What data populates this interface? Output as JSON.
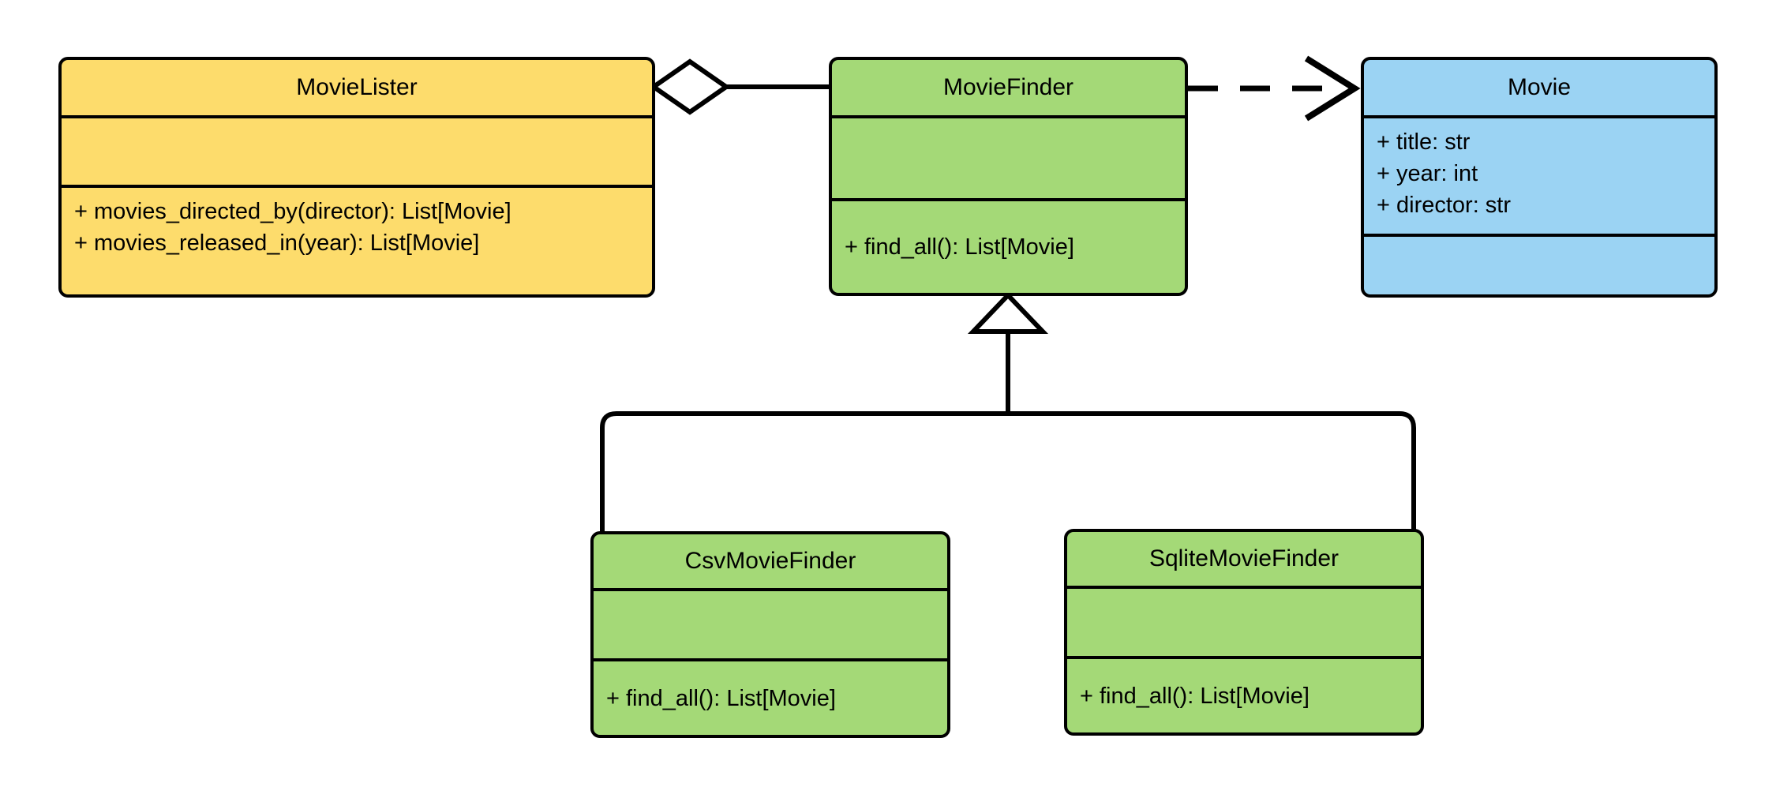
{
  "diagram": {
    "type": "uml-class-diagram",
    "background": "#ffffff",
    "line_color": "#000000",
    "colors": {
      "client_fill": "#FDDC6C",
      "interface_fill": "#A4D977",
      "entity_fill": "#9BD3F3",
      "stroke": "#000000"
    },
    "classes": [
      {
        "id": "movie-lister",
        "name": "MovieLister",
        "fill": "#FDDC6C",
        "attributes": [],
        "methods": [
          "+ movies_directed_by(director): List[Movie]",
          "+ movies_released_in(year): List[Movie]"
        ]
      },
      {
        "id": "movie-finder",
        "name": "MovieFinder",
        "fill": "#A4D977",
        "attributes": [],
        "methods": [
          "+ find_all(): List[Movie]"
        ]
      },
      {
        "id": "movie",
        "name": "Movie",
        "fill": "#9BD3F3",
        "attributes": [
          "+ title: str",
          "+ year: int",
          "+ director: str"
        ],
        "methods": []
      },
      {
        "id": "csv-movie-finder",
        "name": "CsvMovieFinder",
        "fill": "#A4D977",
        "attributes": [],
        "methods": [
          "+ find_all(): List[Movie]"
        ]
      },
      {
        "id": "sqlite-movie-finder",
        "name": "SqliteMovieFinder",
        "fill": "#A4D977",
        "attributes": [],
        "methods": [
          "+ find_all(): List[Movie]"
        ]
      }
    ],
    "relationships": [
      {
        "id": "lister-aggregates-finder",
        "type": "aggregation",
        "from": "MovieLister",
        "to": "MovieFinder",
        "marker": "hollow-diamond",
        "line": "solid"
      },
      {
        "id": "finder-depends-movie",
        "type": "dependency",
        "from": "MovieFinder",
        "to": "Movie",
        "marker": "open-arrow",
        "line": "dashed"
      },
      {
        "id": "csv-inherits-finder",
        "type": "generalization",
        "from": "CsvMovieFinder",
        "to": "MovieFinder",
        "marker": "hollow-triangle",
        "line": "solid"
      },
      {
        "id": "sqlite-inherits-finder",
        "type": "generalization",
        "from": "SqliteMovieFinder",
        "to": "MovieFinder",
        "marker": "hollow-triangle",
        "line": "solid"
      }
    ]
  }
}
